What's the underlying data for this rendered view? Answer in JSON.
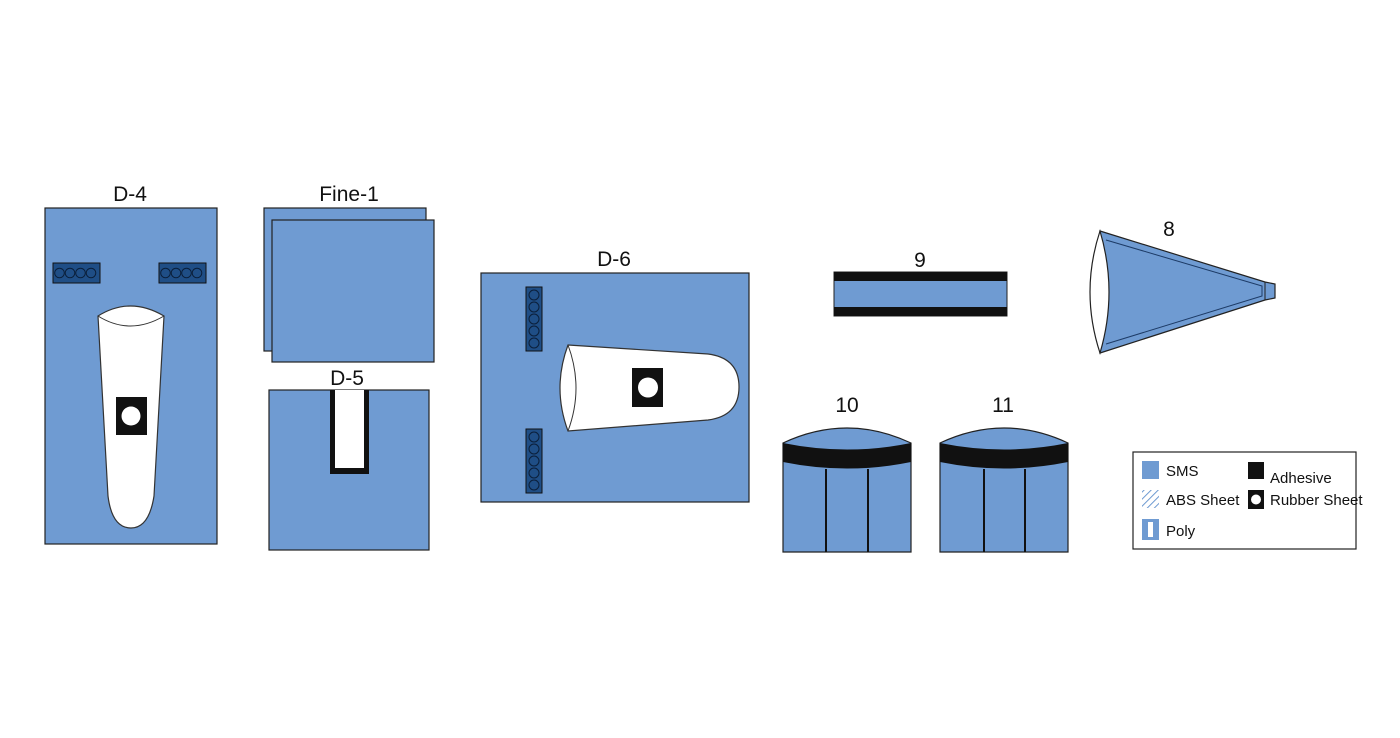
{
  "colors": {
    "sms": "#6f9bd2",
    "adhesive": "#111111",
    "fastener": "#1f4e86",
    "poly": "#ffffff",
    "outline": "#222222"
  },
  "labels": {
    "d4": "D-4",
    "fine1": "Fine-1",
    "d5": "D-5",
    "d6": "D-6",
    "n9": "9",
    "n8": "8",
    "n10": "10",
    "n11": "11"
  },
  "legend": {
    "sms": "SMS",
    "abs": "ABS Sheet",
    "poly": "Poly",
    "adhesive": "Adhesive",
    "rubber": "Rubber Sheet"
  }
}
